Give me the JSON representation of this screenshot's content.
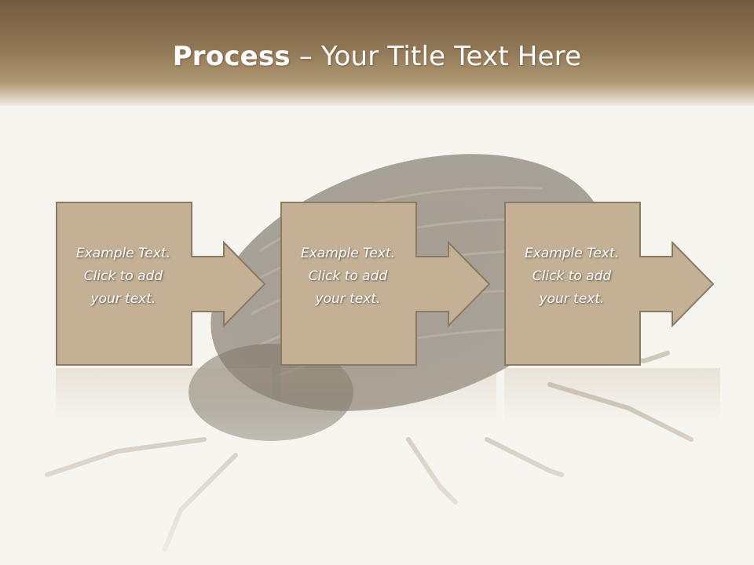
{
  "slide": {
    "title_bold": "Process",
    "title_rest": " – Your Title Text Here"
  },
  "steps": [
    {
      "line1": "Example Text.",
      "line2": "Click  to add",
      "line3": "your text."
    },
    {
      "line1": "Example Text.",
      "line2": "Click  to add",
      "line3": "your text."
    },
    {
      "line1": "Example Text.",
      "line2": "Click  to add",
      "line3": "your text."
    }
  ],
  "colors": {
    "header_top": "#735c3f",
    "box_fill": "#c4b195",
    "box_border": "#8a7a62"
  },
  "background_image": "pill-bug-photo"
}
